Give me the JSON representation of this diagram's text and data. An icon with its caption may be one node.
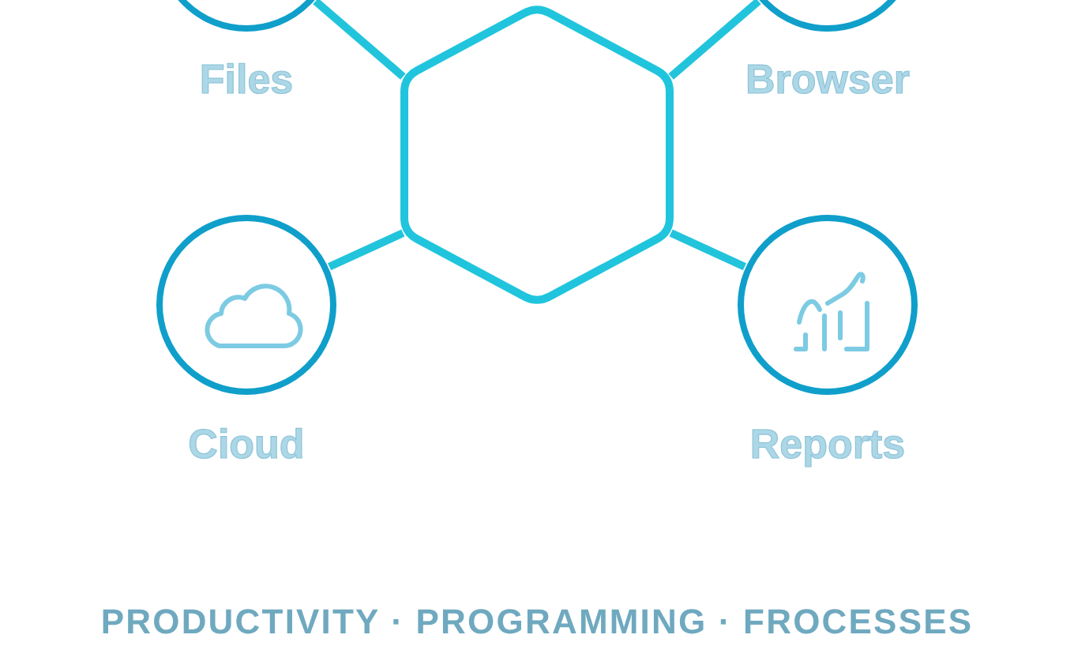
{
  "diagram": {
    "nodes": [
      {
        "text": [
          "Files"
        ]
      },
      {
        "text": [
          "Browser"
        ]
      },
      {
        "text": [],
        "shape": "hexagon"
      },
      {
        "text": [
          "Cioud"
        ]
      },
      {
        "text": [
          "Reports"
        ]
      }
    ],
    "edges": [
      {
        "from": 2,
        "to": 0,
        "arrow": "none"
      },
      {
        "from": 2,
        "to": 1,
        "arrow": "none"
      },
      {
        "from": 2,
        "to": 3,
        "arrow": "none"
      },
      {
        "from": 2,
        "to": 4,
        "arrow": "none"
      }
    ],
    "labels": [
      "PRODUCTIVITY · PROGRAMMING · FROCESSES"
    ]
  }
}
